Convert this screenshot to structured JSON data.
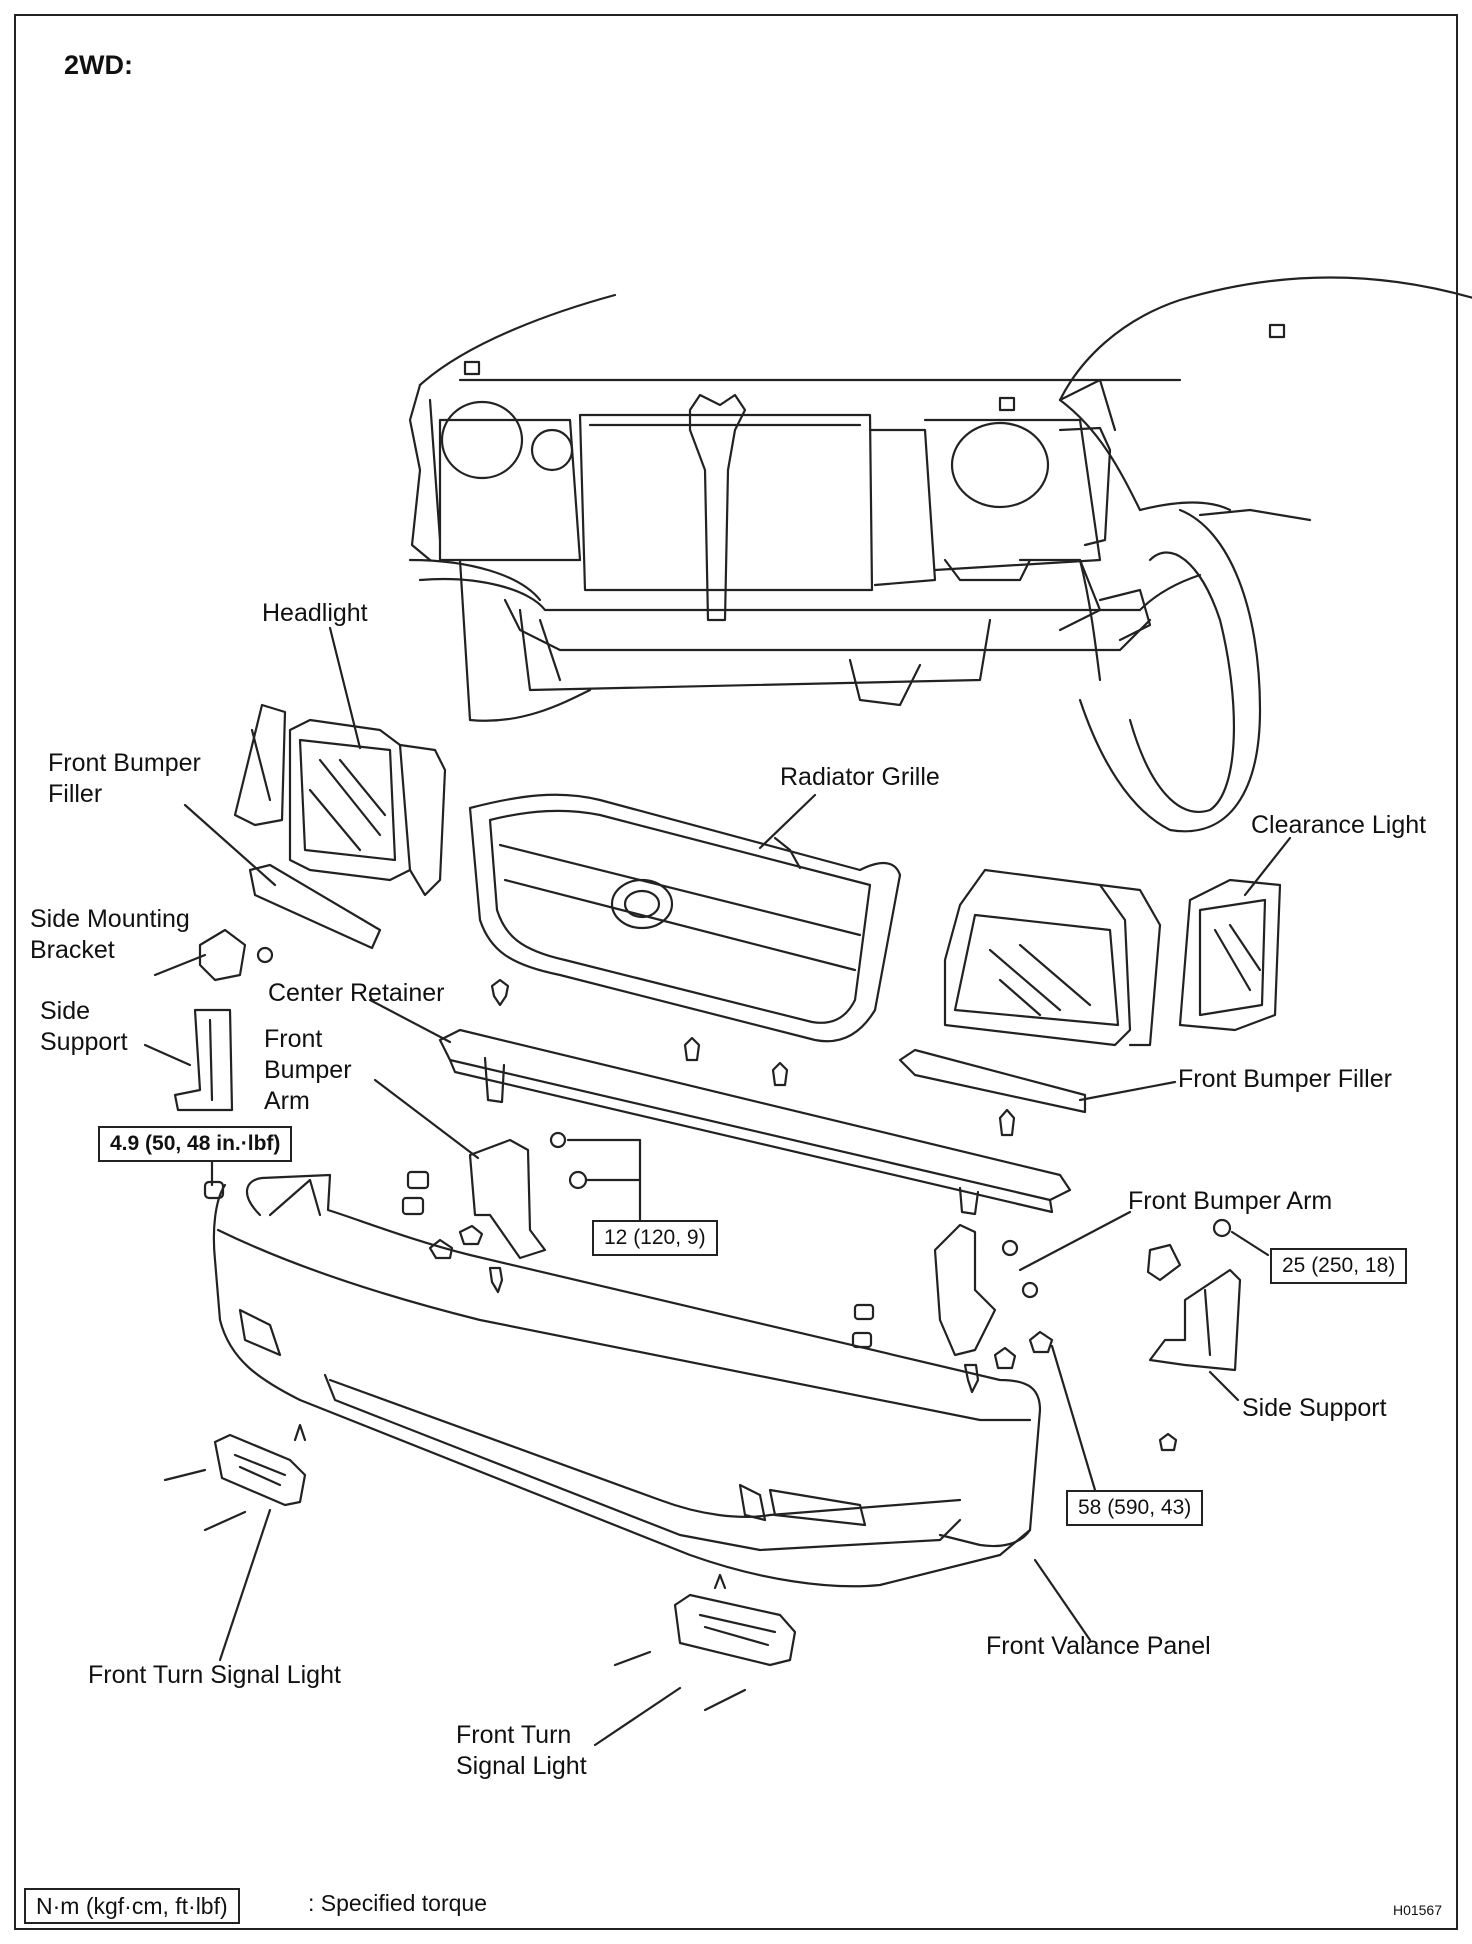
{
  "heading": "2WD:",
  "labels": {
    "headlight": "Headlight",
    "front_bumper_filler_left": "Front Bumper\nFiller",
    "radiator_grille": "Radiator Grille",
    "clearance_light": "Clearance Light",
    "side_mounting_bracket": "Side Mounting\nBracket",
    "center_retainer": "Center Retainer",
    "side_support_left": "Side\nSupport",
    "front_bumper_arm_left": "Front\nBumper\nArm",
    "front_bumper_filler_right": "Front Bumper Filler",
    "front_bumper_arm_right": "Front Bumper Arm",
    "side_support_right": "Side Support",
    "front_valance_panel": "Front Valance Panel",
    "front_turn_signal_left": "Front Turn Signal Light",
    "front_turn_signal_center": "Front Turn\nSignal Light"
  },
  "torques": {
    "t1": "4.9 (50, 48 in.·lbf)",
    "t2": "12 (120, 9)",
    "t3": "25 (250, 18)",
    "t4": "58 (590, 43)"
  },
  "legend": {
    "unit_box": "N·m (kgf·cm, ft·lbf)",
    "description": ": Specified torque"
  },
  "figure_code": "H01567"
}
